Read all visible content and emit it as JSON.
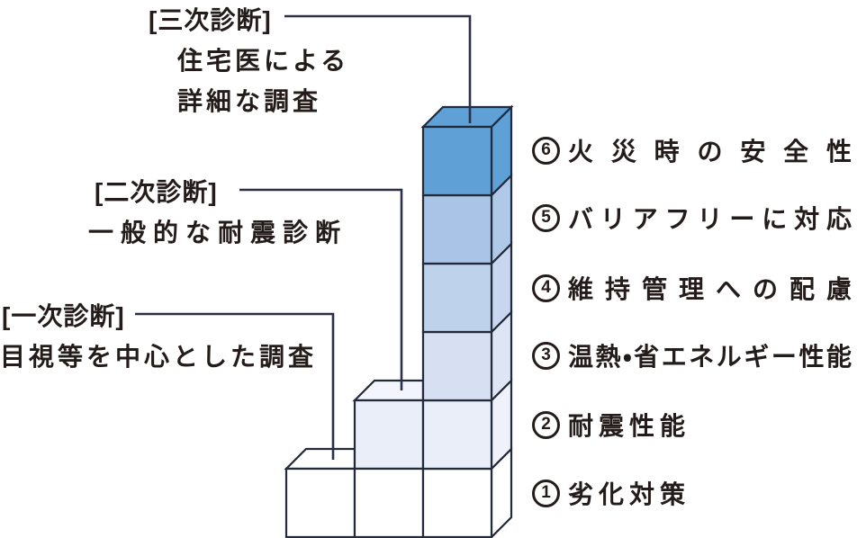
{
  "colors": {
    "outline": "#232a3a",
    "leader": "#2c3148",
    "text": "#241c1a",
    "background": "#ffffff",
    "accent_blue": "#5fa0d6"
  },
  "diagnosis_labels": {
    "tertiary": {
      "title": "[三次診断]",
      "line2": "住宅医による",
      "line3": "詳細な調査"
    },
    "secondary": {
      "title": "[二次診断]",
      "line2": "一般的な耐震診断"
    },
    "primary": {
      "title": "[一次診断]",
      "line2": "目視等を中心とした調査"
    }
  },
  "performance_items": [
    {
      "num": "6",
      "label": "火災時の安全性"
    },
    {
      "num": "5",
      "label": "バリアフリーに対応"
    },
    {
      "num": "4",
      "label": "維持管理への配慮"
    },
    {
      "num": "3",
      "label": "温熱・省エネルギー性能"
    },
    {
      "num": "2",
      "label": "耐震性能"
    },
    {
      "num": "1",
      "label": "劣化対策"
    }
  ],
  "faces": {
    "a1_front": "#ffffff",
    "a1_top": "#ffffff",
    "b1_front": "#ffffff",
    "b2_front": "#e9eef9",
    "b2_top": "#f2f5fb",
    "c1_front": "#ffffff",
    "c1_side": "#ffffff",
    "c2_front": "#e9eef9",
    "c2_side": "#eff2fb",
    "c3_front": "#d7e0f3",
    "c3_side": "#dee6f6",
    "c4_front": "#bfd2ec",
    "c4_side": "#c8d7ef",
    "c5_front": "#a9c4e6",
    "c5_side": "#afc9e8",
    "c6_front": "#5fa0d6",
    "c6_side": "#5fa0d6",
    "c6_top": "#5fa0d6"
  }
}
